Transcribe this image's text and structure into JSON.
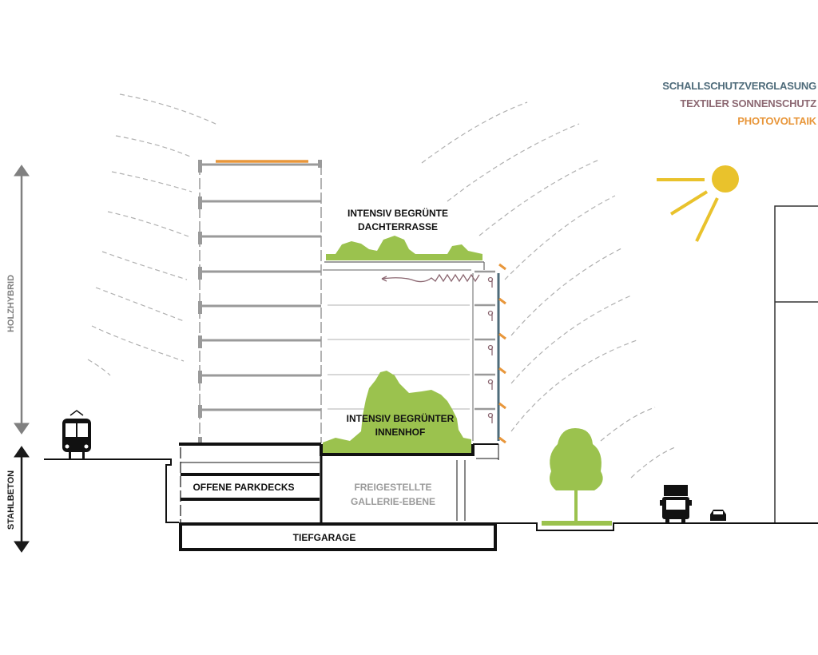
{
  "legend": {
    "items": [
      {
        "label": "SCHALLSCHUTZVERGLASUNG",
        "color": "#4e6b7a"
      },
      {
        "label": "TEXTILER SONNENSCHUTZ",
        "color": "#8c6872"
      },
      {
        "label": "PHOTOVOLTAIK",
        "color": "#e8963a"
      }
    ]
  },
  "dimensions": {
    "upper": {
      "label": "HOLZHYBRID",
      "color": "#808080"
    },
    "lower": {
      "label": "STAHLBETON",
      "color": "#1a1a1a"
    }
  },
  "labels": {
    "roof_terrace": [
      "INTENSIV BEGRÜNTE",
      "DACHTERRASSE"
    ],
    "courtyard": [
      "INTENSIV BEGRÜNTER",
      "INNENHOF"
    ],
    "parking_decks": "OFFENE PARKDECKS",
    "gallery": [
      "FREIGESTELLTE",
      "GALLERIE-EBENE"
    ],
    "underground_garage": "TIEFGARAGE"
  },
  "colors": {
    "green": "#9bc24e",
    "sun": "#e9c22c",
    "pv": "#e8963a",
    "glazing": "#4e6b7a",
    "textile": "#8c6872",
    "slab_grey": "#9a9a9a",
    "ink": "#111111"
  },
  "icons": [
    "tram-icon",
    "truck-icon",
    "car-icon",
    "tree-icon",
    "sun-icon"
  ]
}
